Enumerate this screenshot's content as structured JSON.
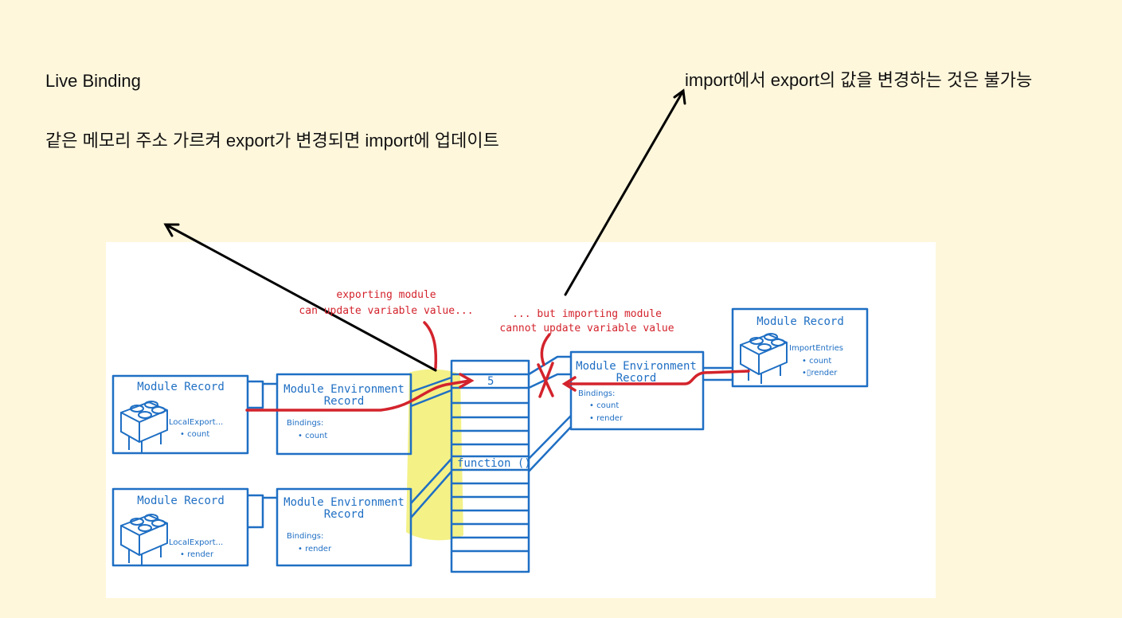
{
  "notes": {
    "live_binding": "Live Binding",
    "same_memory": "같은 메모리 주소 가르켜 export가 변경되면 import에 업데이트",
    "cannot_change": "import에서 export의 값을 변경하는 것은 불가능"
  },
  "diagram": {
    "export_note_1": "exporting module",
    "export_note_2": "can update variable value...",
    "import_note_1": "... but importing module",
    "import_note_2": "cannot update variable value",
    "module_record": "Module Record",
    "env_record_1": "Module Environment",
    "env_record_2": "Record",
    "local_export": "LocalExport...",
    "count_item": "• count",
    "render_item": "• render",
    "bindings": "Bindings:",
    "import_entries": "ImportEntries",
    "import_count": "• count",
    "import_render": "•▯render",
    "value_5": "5",
    "function_label": "function ()"
  },
  "colors": {
    "background": "#fff7dc",
    "diagram_blue": "#1f6fc4",
    "diagram_red": "#d3232c",
    "highlight": "#f3ef7a",
    "arrow": "#000000"
  }
}
